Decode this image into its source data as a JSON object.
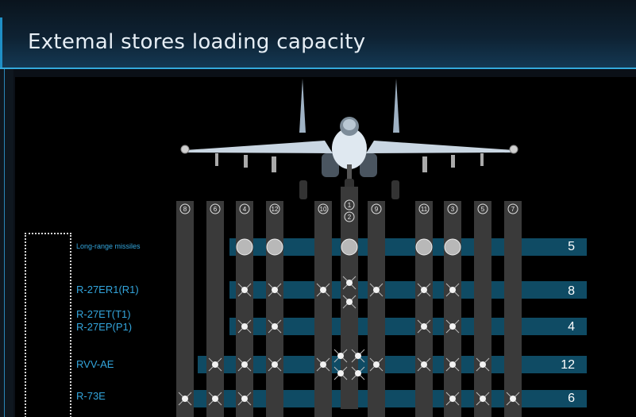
{
  "header": {
    "title": "Extemal stores loading capacity"
  },
  "stations": [
    "8",
    "6",
    "4",
    "12",
    "10",
    "1",
    "2",
    "9",
    "11",
    "3",
    "5",
    "7"
  ],
  "stores": [
    {
      "label": "Long-range missiles",
      "count": "5"
    },
    {
      "label": "R-27ER1(R1)",
      "count": "8"
    },
    {
      "label": "R-27ET(T1)",
      "label2": "R-27EP(P1)",
      "count": "4"
    },
    {
      "label": "RVV-AE",
      "count": "12"
    },
    {
      "label": "R-73E",
      "count": "6"
    }
  ],
  "icons": {
    "aircraft": "su-fighter-front-view-icon",
    "store": "missile-front-icon"
  },
  "colors": {
    "accent": "#34a9dc",
    "row_band": "#0f4b64",
    "pylon": "#3a3a3a",
    "label": "#33a5dc"
  }
}
